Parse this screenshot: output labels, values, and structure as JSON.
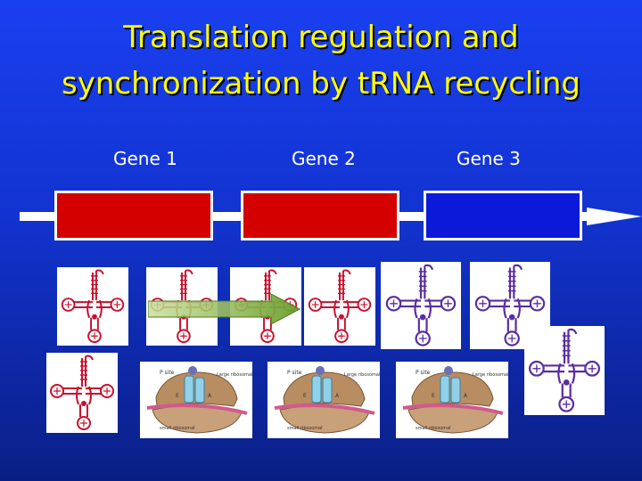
{
  "title": {
    "line1": "Translation regulation and",
    "line2": "synchronization by tRNA recycling"
  },
  "genes": [
    {
      "label": "Gene 1",
      "color": "#d40000"
    },
    {
      "label": "Gene 2",
      "color": "#d40000"
    },
    {
      "label": "Gene 3",
      "color": "#0a1ad8"
    }
  ],
  "colors": {
    "background": "#1233cf",
    "title": "#ffff00",
    "trna_red": "#c8102e",
    "trna_purple": "#5a2da0",
    "arrow_green": "#8fbf4a"
  },
  "ribosome_panel": {
    "p_site": "P site",
    "large_subunit": "Large ribosomal",
    "small_subunit": "small ribosomal",
    "e_site": "E",
    "a_site": "A"
  }
}
